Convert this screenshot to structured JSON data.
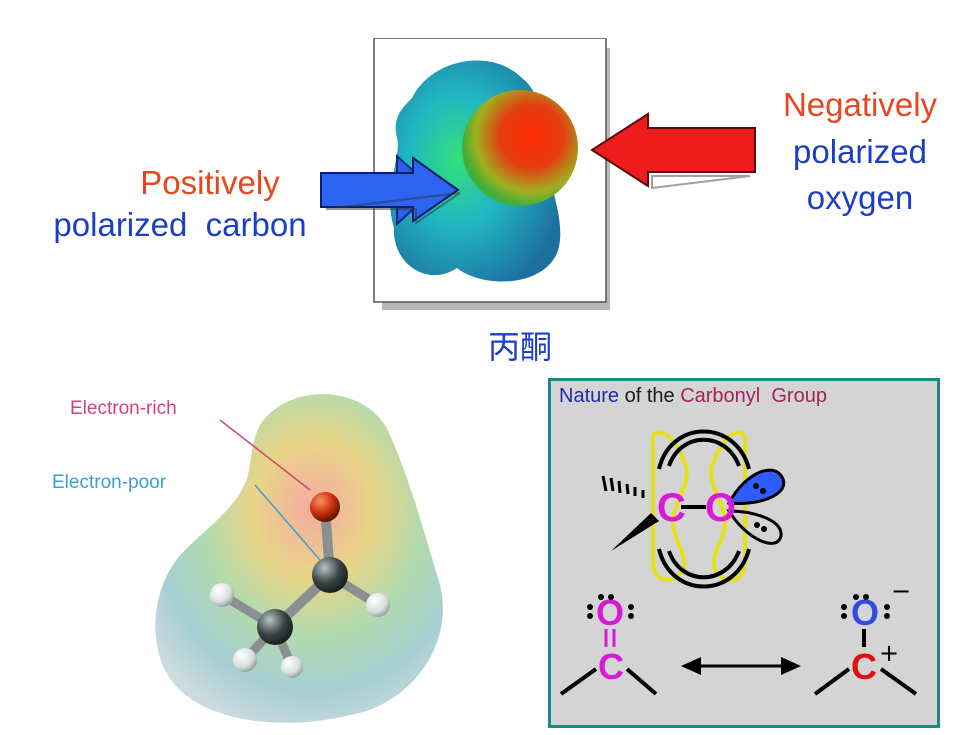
{
  "top": {
    "positive_line1": "Positively",
    "positive_line2": "polarized  carbon",
    "negative_line1": "Negatively",
    "negative_line2": "polarized",
    "negative_line3": "oxygen",
    "caption": "丙酮"
  },
  "bottom_left": {
    "label_rich": "Electron-rich",
    "label_poor": "Electron-poor"
  },
  "panel": {
    "title_word1": "Nature",
    "title_word2": "of the",
    "title_word3": "Carbonyl  Group",
    "atom_c": "C",
    "atom_o": "O",
    "res_left_o": "O",
    "res_left_c": "C",
    "res_right_o": "O",
    "res_right_c": "C",
    "minus": "−",
    "plus": "+"
  },
  "colors": {
    "red_text": "#e8461e",
    "blue_text": "#1a3fc4",
    "magenta": "#d61ad6",
    "panel_border": "#1d8a8a",
    "yellow_orbital": "#e6e01a"
  }
}
